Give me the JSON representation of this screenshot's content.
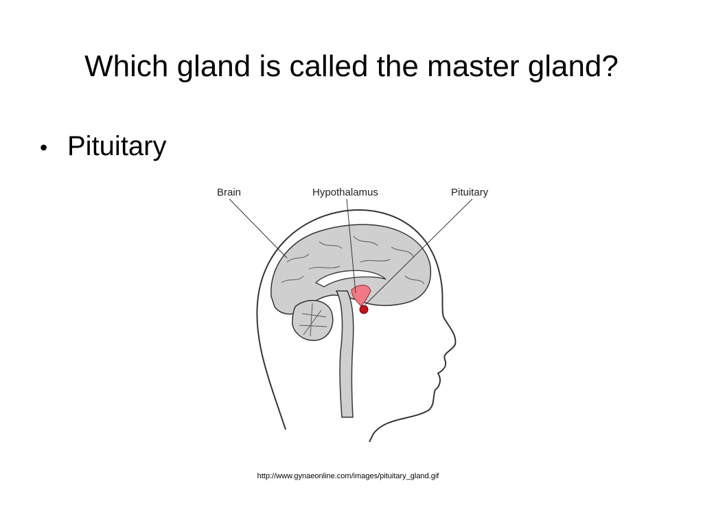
{
  "slide": {
    "title": "Which gland is called the master gland?",
    "bullets": [
      {
        "symbol": "•",
        "text": "Pituitary"
      }
    ],
    "diagram": {
      "labels": {
        "brain": "Brain",
        "hypothalamus": "Hypothalamus",
        "pituitary": "Pituitary"
      },
      "colors": {
        "brain_fill": "#cfcfcf",
        "hypothalamus_fill": "#ef7a86",
        "pituitary_fill": "#c4121f",
        "outline": "#333333"
      }
    },
    "caption": "http://www.gynaeonline.com/images/pituitary_gland.gif"
  }
}
